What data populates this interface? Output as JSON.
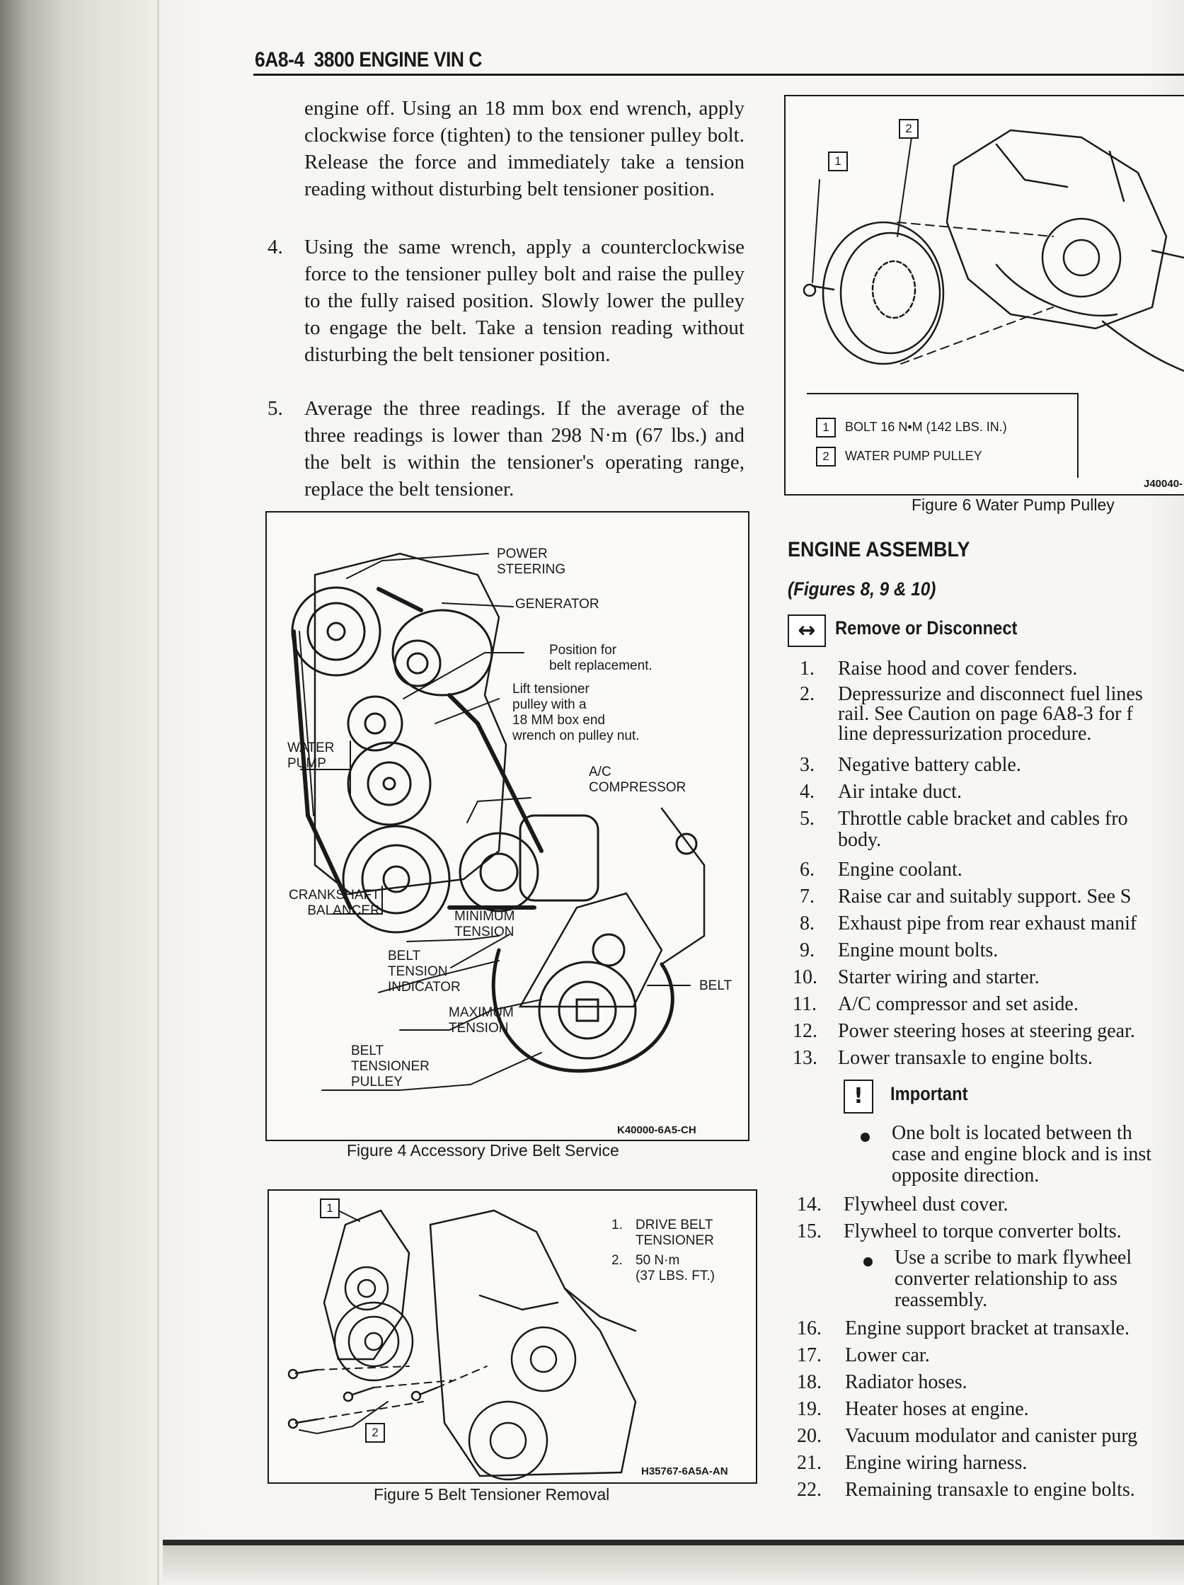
{
  "header": {
    "page_ref": "6A8-4",
    "title": "3800 ENGINE VIN C"
  },
  "left_text": {
    "para_cont": "engine off. Using an 18 mm box end wrench, apply clockwise force (tighten) to the tensioner pulley bolt. Release the force and immediately take a tension reading without disturbing belt tensioner position.",
    "items": [
      {
        "num": "4.",
        "text": "Using the same wrench, apply a counterclockwise force to the tensioner pulley bolt and raise the pulley to the fully raised position. Slowly lower the pulley to engage the belt. Take a tension reading without disturbing the belt tensioner position."
      },
      {
        "num": "5.",
        "text": "Average the three readings. If the average of the three readings is lower than 298 N·m (67 lbs.) and the belt is within the tensioner's operating range, replace the belt tensioner."
      }
    ]
  },
  "fig4": {
    "labels": {
      "power_steering": "POWER\nSTEERING",
      "generator": "GENERATOR",
      "position": "Position for\nbelt replacement.",
      "lift": "Lift tensioner\npulley with a\n18 MM box end\nwrench on pulley nut.",
      "water_pump": "WATER\nPUMP",
      "ac": "A/C\nCOMPRESSOR",
      "crankshaft": "CRANKSHAFT\nBALANCER",
      "min_tension": "MINIMUM\nTENSION",
      "indicator": "BELT\nTENSION\nINDICATOR",
      "belt": "BELT",
      "max_tension": "MAXIMUM\nTENSION",
      "tensioner_pulley": "BELT\nTENSIONER\nPULLEY"
    },
    "code": "K40000-6A5-CH",
    "caption": "Figure 4 Accessory Drive Belt Service"
  },
  "fig5": {
    "callout_1": "1",
    "callout_2": "2",
    "legend": [
      {
        "num": "1.",
        "text": "DRIVE BELT\nTENSIONER"
      },
      {
        "num": "2.",
        "text": "50 N·m\n(37 LBS. FT.)"
      }
    ],
    "code": "H35767-6A5A-AN",
    "caption": "Figure 5 Belt Tensioner Removal"
  },
  "fig6": {
    "callout_1": "1",
    "callout_2": "2",
    "legend": [
      {
        "num": "1",
        "text": "BOLT 16 N•M (142 LBS. IN.)"
      },
      {
        "num": "2",
        "text": "WATER PUMP PULLEY"
      }
    ],
    "code": "J40040-",
    "caption": "Figure 6 Water Pump Pulley"
  },
  "engine_assembly": {
    "heading": "ENGINE ASSEMBLY",
    "figures_ref": "(Figures 8, 9 & 10)",
    "remove_icon": "↔",
    "remove_label": "Remove or Disconnect",
    "important_icon": "!",
    "important_label": "Important",
    "steps": [
      {
        "num": "1.",
        "text": "Raise hood and cover fenders."
      },
      {
        "num": "2.",
        "text": "Depressurize and disconnect fuel lines",
        "cont": [
          "rail. See Caution on page 6A8-3 for f",
          "line depressurization procedure."
        ]
      },
      {
        "num": "3.",
        "text": "Negative battery cable."
      },
      {
        "num": "4.",
        "text": "Air intake duct."
      },
      {
        "num": "5.",
        "text": "Throttle cable bracket and cables fro",
        "cont": [
          "body."
        ]
      },
      {
        "num": "6.",
        "text": "Engine coolant."
      },
      {
        "num": "7.",
        "text": "Raise car and suitably support. See S"
      },
      {
        "num": "8.",
        "text": "Exhaust pipe from rear exhaust manif"
      },
      {
        "num": "9.",
        "text": "Engine mount bolts."
      },
      {
        "num": "10.",
        "text": "Starter wiring and starter."
      },
      {
        "num": "11.",
        "text": "A/C compressor and set aside."
      },
      {
        "num": "12.",
        "text": "Power steering hoses at steering gear."
      },
      {
        "num": "13.",
        "text": "Lower transaxle to engine bolts."
      }
    ],
    "important_note": [
      "One bolt is located between th",
      "case and engine block and is inst",
      "opposite direction."
    ],
    "steps2": [
      {
        "num": "14.",
        "text": "Flywheel dust cover."
      },
      {
        "num": "15.",
        "text": "Flywheel to torque converter bolts."
      }
    ],
    "scribe_note": [
      "Use a scribe to mark flywheel",
      "converter relationship to ass",
      "reassembly."
    ],
    "steps3": [
      {
        "num": "16.",
        "text": "Engine support bracket at transaxle."
      },
      {
        "num": "17.",
        "text": "Lower car."
      },
      {
        "num": "18.",
        "text": "Radiator hoses."
      },
      {
        "num": "19.",
        "text": "Heater hoses at engine."
      },
      {
        "num": "20.",
        "text": "Vacuum modulator and canister purg"
      },
      {
        "num": "21.",
        "text": "Engine wiring harness."
      },
      {
        "num": "22.",
        "text": "Remaining transaxle to engine bolts."
      }
    ]
  }
}
